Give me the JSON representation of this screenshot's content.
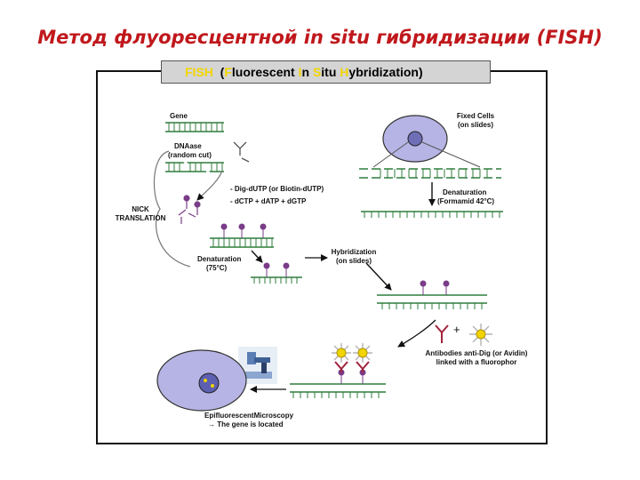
{
  "title": "Метод флуоресцентной in situ гибридизации (FISH)",
  "banner": {
    "fish": "FISH",
    "open_paren": "(",
    "f": "F",
    "luorescent": "luorescent ",
    "i": "I",
    "n": "n ",
    "s": "S",
    "itu": "itu ",
    "h": "H",
    "ybridization": "ybridization)"
  },
  "labels": {
    "gene": "Gene",
    "dnaase": "DNAase",
    "random_cut": "(random cut)",
    "nick": "NICK",
    "translation": "TRANSLATION",
    "dig_dutp": "- Dig-dUTP (or Biotin-dUTP)",
    "dctp": "- dCTP + dATP + dGTP",
    "denaturation_left": "Denaturation",
    "temp_left": "(75°C)",
    "fixed_cells": "Fixed Cells",
    "on_slides_top": "(on slides)",
    "denaturation_right": "Denaturation",
    "formamid": "(Formamid 42°C)",
    "hybridization": "Hybridization",
    "on_slides_mid": "(on slides)",
    "plus": "+",
    "antibodies_line1": "Antibodies anti-Dig (or Avidin)",
    "antibodies_line2": "linked with a fluorophor",
    "epi": "EpifluorescentMicroscopy",
    "gene_located": "→ The gene is located"
  },
  "colors": {
    "title": "#c0181c",
    "dna": "#2f7d3c",
    "probe": "#7a3c88",
    "fluor": "#f2d400",
    "cell": "#b6b4e4",
    "antibody": "#a3223c"
  }
}
